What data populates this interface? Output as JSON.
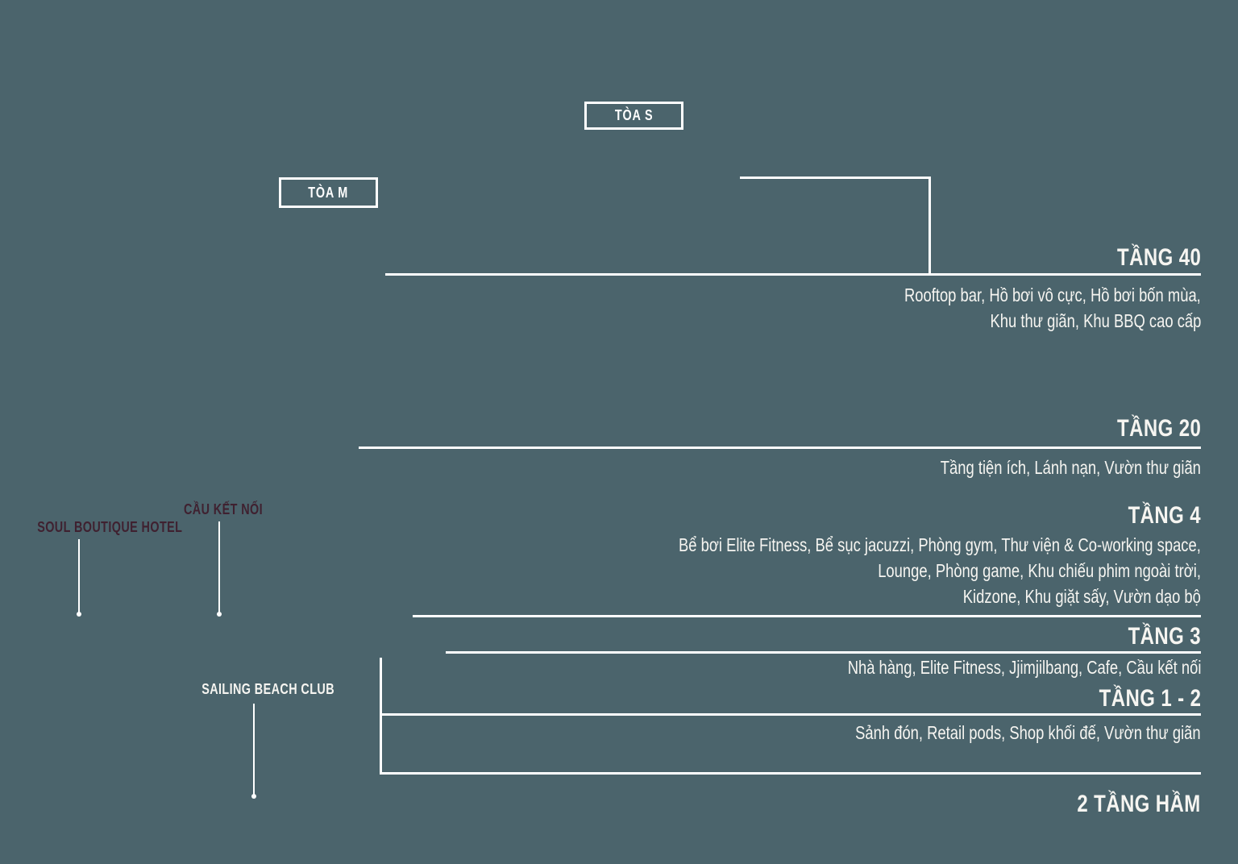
{
  "palette": {
    "background": "#4B646C",
    "line": "#FFFFFF",
    "text": "#F6F5F1",
    "accent_dark": "#3F2130"
  },
  "towers": [
    {
      "id": "toa-s",
      "label": "TÒA S"
    },
    {
      "id": "toa-m",
      "label": "TÒA M"
    }
  ],
  "floors": [
    {
      "id": "tang-40",
      "label": "TẦNG 40",
      "details": [
        "Rooftop bar, Hồ bơi vô cực, Hồ bơi bốn mùa,",
        "Khu thư giãn, Khu BBQ cao cấp"
      ]
    },
    {
      "id": "tang-20",
      "label": "TẦNG 20",
      "details": [
        "Tầng tiện ích, Lánh nạn, Vườn thư giãn"
      ]
    },
    {
      "id": "tang-4",
      "label": "TẦNG 4",
      "details": [
        "Bể bơi Elite Fitness, Bể sục jacuzzi, Phòng gym, Thư viện & Co-working space,",
        "Lounge, Phòng game, Khu chiếu phim ngoài trời,",
        "Kidzone, Khu giặt sấy, Vườn dạo bộ"
      ]
    },
    {
      "id": "tang-3",
      "label": "TẦNG 3",
      "details": [
        "Nhà hàng, Elite Fitness, Jjimjilbang, Cafe, Cầu kết nối"
      ]
    },
    {
      "id": "tang-1-2",
      "label": "TẦNG 1 - 2",
      "details": [
        "Sảnh đón, Retail pods, Shop khối đế, Vườn thư giãn"
      ]
    },
    {
      "id": "2-tang-ham",
      "label": "2 TẦNG HẦM",
      "details": []
    }
  ],
  "callouts": [
    {
      "id": "soul-boutique-hotel",
      "label": "SOUL BOUTIQUE HOTEL"
    },
    {
      "id": "cau-ket-noi",
      "label": "CẦU KẾT NỐI"
    },
    {
      "id": "sailing-beach-club",
      "label": "SAILING BEACH CLUB"
    }
  ]
}
